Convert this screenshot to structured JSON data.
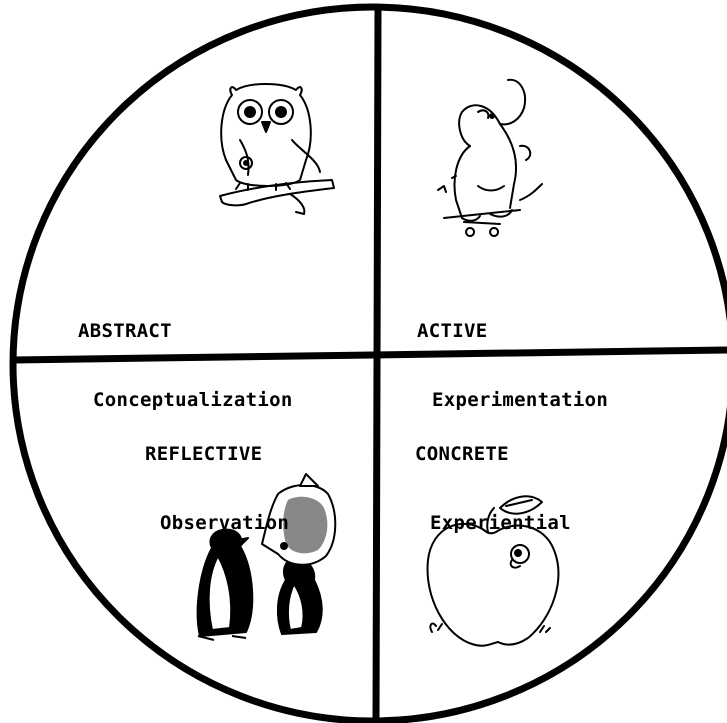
{
  "quadrants": {
    "abstract": {
      "line1": "ABSTRACT",
      "line2": "Conceptualization",
      "illustration": "owl-on-branch"
    },
    "active": {
      "line1": "ACTIVE",
      "line2": "Experimentation",
      "illustration": "elephant-on-roller-skates"
    },
    "reflective": {
      "line1": "REFLECTIVE",
      "line2": "Observation",
      "illustration": "penguins-and-fish"
    },
    "concrete": {
      "line1": "CONCRETE",
      "line2": "Experiential",
      "illustration": "apple-with-worm"
    }
  },
  "colors": {
    "line": "#000000",
    "background": "#ffffff"
  }
}
